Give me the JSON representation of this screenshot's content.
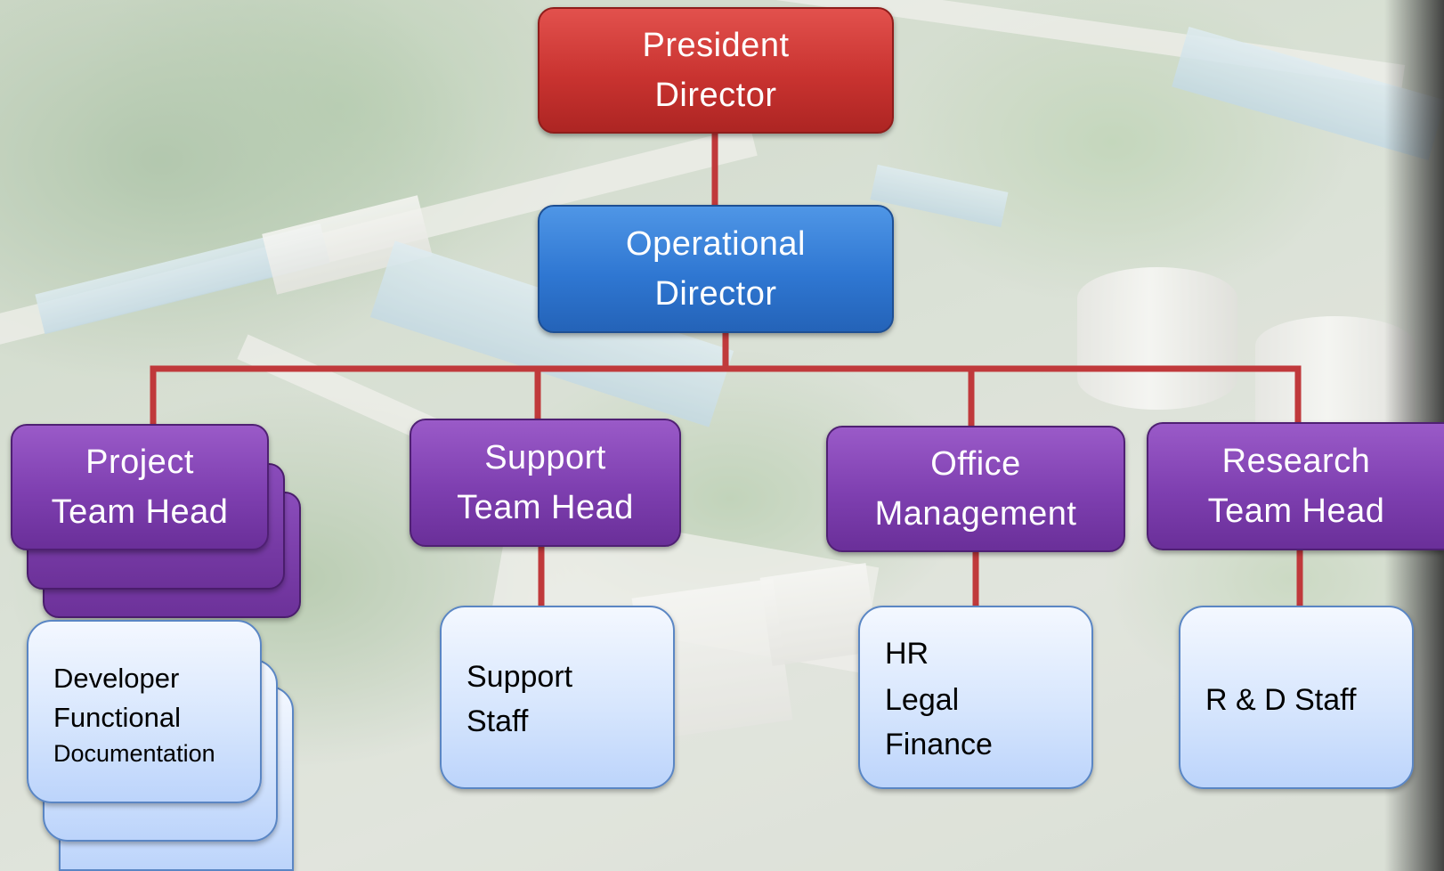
{
  "colors": {
    "connector": "#c0393b",
    "president_box": "#c93330",
    "operational_box": "#2f77d2",
    "team_head_box": "#7e3fb0",
    "staff_box": "#d7e6fd"
  },
  "president": {
    "line1": "President",
    "line2": "Director"
  },
  "operational": {
    "line1": "Operational",
    "line2": "Director"
  },
  "team_heads": [
    {
      "line1": "Project",
      "line2": "Team Head"
    },
    {
      "line1": "Support",
      "line2": "Team Head"
    },
    {
      "line1": "Office",
      "line2": "Management"
    },
    {
      "line1": "Research",
      "line2": "Team Head"
    }
  ],
  "staff": [
    {
      "lines": [
        "Developer",
        "Functional",
        "Documentation"
      ]
    },
    {
      "lines": [
        "Support",
        "Staff"
      ]
    },
    {
      "lines": [
        "HR",
        "Legal",
        "Finance"
      ]
    },
    {
      "lines": [
        "R & D Staff"
      ]
    }
  ]
}
